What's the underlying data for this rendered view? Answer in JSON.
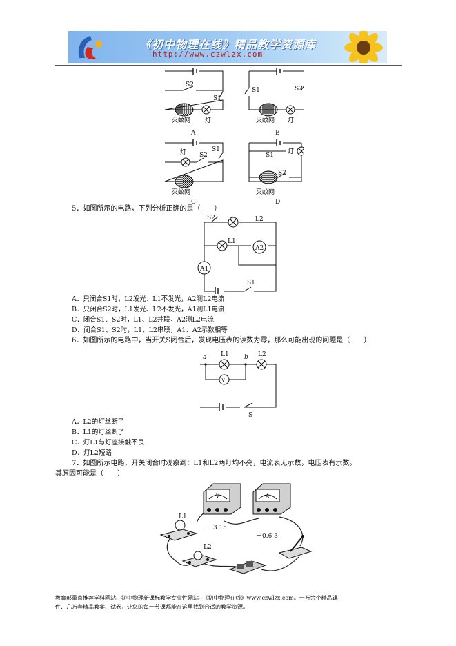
{
  "header": {
    "title": "《初中物理在线》精品教学资源库",
    "url": "http://www.czwlzx.com"
  },
  "fig4": {
    "net": "灭蚊网",
    "lamp": "灯",
    "s1": "S1",
    "s2": "S2",
    "labels": [
      "A",
      "B",
      "C",
      "D"
    ]
  },
  "q5": {
    "stem": "5．如图所示的电路，下列分析正确的是（　　）",
    "diagram": {
      "s1": "S1",
      "s2": "S2",
      "l1": "L1",
      "l2": "L2",
      "a1": "A1",
      "a2": "A2"
    },
    "options": [
      "A．只闭合S1时，L2发光、L1不发光，A2测L2电流",
      "B．只闭合S2时，L1发光、L2不发光，A1测L1电流",
      "C．闭合S1、S2时，L1、L2并联，A2测L2电流",
      "D．闭合S1、S2时，L1、L2串联，A1、A2示数相等"
    ]
  },
  "q6": {
    "stem": "6．如图所示的电路中，当开关S闭合后，发现电压表的读数为零，那么可能出现的问题是（　　）",
    "diagram": {
      "a": "a",
      "b": "b",
      "l1": "L1",
      "l2": "L2",
      "v": "V",
      "s": "S"
    },
    "options": [
      "A．L2的灯丝断了",
      "B．L1的灯丝断了",
      "C．灯L1与灯座接触不良",
      "D．灯L2短路"
    ]
  },
  "q7": {
    "stem_line1": "7．如图所示电路，开关闭合时观察到：L1和L2两灯均不亮，电流表无示数，电压表有示数。",
    "stem_line2": "其原因可能是（　　）",
    "diagram": {
      "l1": "L1",
      "l2": "L2",
      "voltmeter_symbol": "V",
      "voltmeter_terminals": "－  3  15",
      "ammeter_symbol": "A",
      "ammeter_terminals": "－0.6  3"
    }
  },
  "footer": {
    "line1": "教育部重点推荐学科网站、初中物理新课标教学专业性网站--《初中物理在线》www.czwlzx.com。一万余个精品课",
    "line2": "件、几万套精品教案、试卷，让您的每一节课都能在这里找到合适的教学资源。"
  }
}
